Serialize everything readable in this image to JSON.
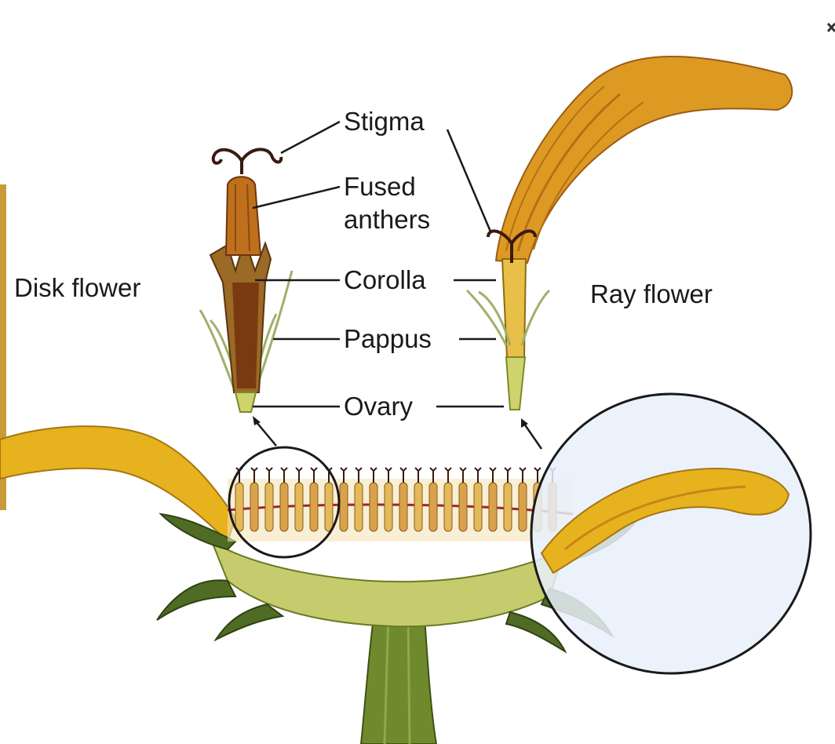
{
  "figure": {
    "side_labels": {
      "disk": "Disk flower",
      "ray": "Ray flower"
    },
    "parts": [
      {
        "key": "stigma",
        "lines": [
          "Stigma"
        ]
      },
      {
        "key": "anthers",
        "lines": [
          "Fused",
          "anthers"
        ]
      },
      {
        "key": "corolla",
        "lines": [
          "Corolla"
        ]
      },
      {
        "key": "pappus",
        "lines": [
          "Pappus"
        ]
      },
      {
        "key": "ovary",
        "lines": [
          "Ovary"
        ]
      }
    ]
  },
  "colors": {
    "petal": "#e6b21e",
    "petal_dark": "#c8841a",
    "disk_tube": "#8a4512",
    "stem": "#6e8a2a",
    "receptacle": "#c9cf7a",
    "bract": "#4f6b24",
    "magnifier_fill": "#e8f0fa",
    "line": "#1a1a1a"
  }
}
